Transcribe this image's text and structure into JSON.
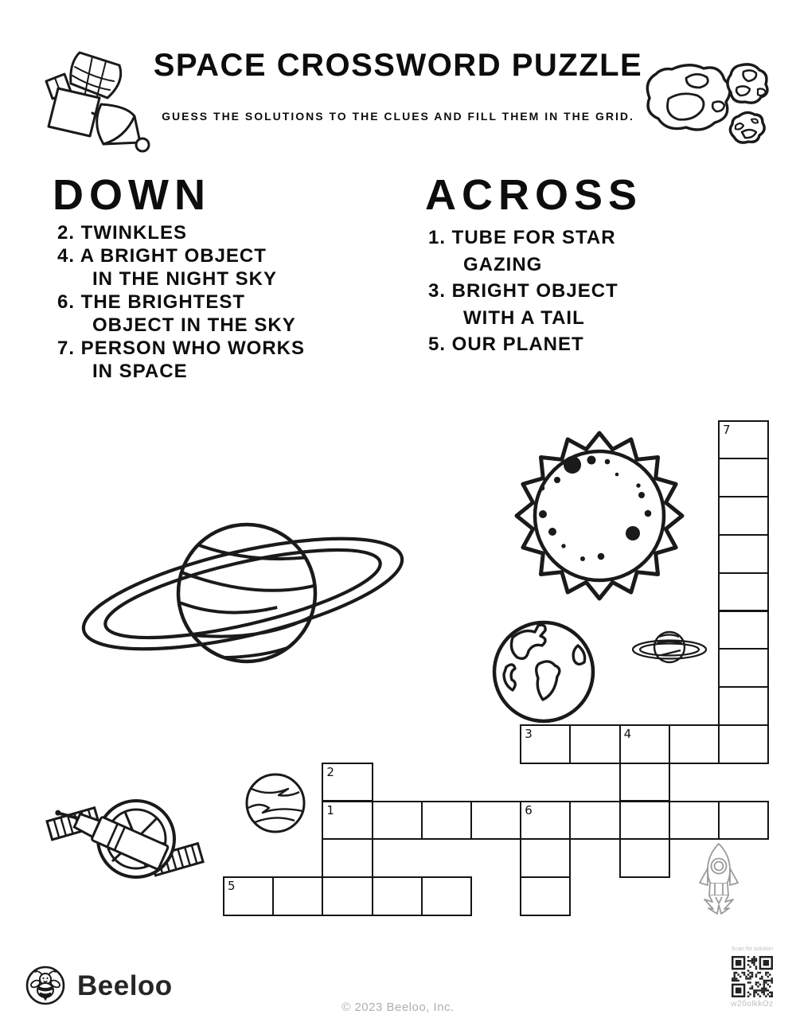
{
  "header": {
    "title": "SPACE CROSSWORD PUZZLE",
    "subtitle": "GUESS THE SOLUTIONS TO THE CLUES AND FILL THEM IN THE GRID."
  },
  "clues": {
    "down": {
      "heading": "DOWN",
      "items": [
        {
          "num": "2.",
          "lines": [
            "TWINKLES"
          ]
        },
        {
          "num": "4.",
          "lines": [
            "A BRIGHT OBJECT",
            "IN THE NIGHT SKY"
          ]
        },
        {
          "num": "6.",
          "lines": [
            "THE BRIGHTEST",
            "OBJECT IN THE SKY"
          ]
        },
        {
          "num": "7.",
          "lines": [
            "PERSON WHO WORKS",
            "IN SPACE"
          ]
        }
      ]
    },
    "across": {
      "heading": "ACROSS",
      "items": [
        {
          "num": "1.",
          "lines": [
            "TUBE FOR STAR",
            "GAZING"
          ]
        },
        {
          "num": "3.",
          "lines": [
            "BRIGHT OBJECT",
            "WITH A TAIL"
          ]
        },
        {
          "num": "5.",
          "lines": [
            "OUR PLANET"
          ]
        }
      ]
    }
  },
  "grid": {
    "cells": [
      {
        "c": 10,
        "r": 0,
        "n": "7"
      },
      {
        "c": 10,
        "r": 1
      },
      {
        "c": 10,
        "r": 2
      },
      {
        "c": 10,
        "r": 3
      },
      {
        "c": 10,
        "r": 4
      },
      {
        "c": 10,
        "r": 5
      },
      {
        "c": 10,
        "r": 6
      },
      {
        "c": 10,
        "r": 7
      },
      {
        "c": 10,
        "r": 8
      },
      {
        "c": 6,
        "r": 8,
        "n": "3"
      },
      {
        "c": 7,
        "r": 8
      },
      {
        "c": 8,
        "r": 8,
        "n": "4"
      },
      {
        "c": 9,
        "r": 8
      },
      {
        "c": 8,
        "r": 9
      },
      {
        "c": 8,
        "r": 10
      },
      {
        "c": 8,
        "r": 11
      },
      {
        "c": 2,
        "r": 9,
        "n": "2"
      },
      {
        "c": 2,
        "r": 10,
        "n": "1"
      },
      {
        "c": 2,
        "r": 11
      },
      {
        "c": 2,
        "r": 12
      },
      {
        "c": 3,
        "r": 10
      },
      {
        "c": 4,
        "r": 10
      },
      {
        "c": 5,
        "r": 10
      },
      {
        "c": 6,
        "r": 10,
        "n": "6"
      },
      {
        "c": 7,
        "r": 10
      },
      {
        "c": 9,
        "r": 10
      },
      {
        "c": 10,
        "r": 10
      },
      {
        "c": 6,
        "r": 11
      },
      {
        "c": 6,
        "r": 12
      },
      {
        "c": 0,
        "r": 12,
        "n": "5"
      },
      {
        "c": 1,
        "r": 12
      },
      {
        "c": 3,
        "r": 12
      },
      {
        "c": 4,
        "r": 12
      }
    ]
  },
  "illustrations": [
    "satellite",
    "asteroids",
    "sun",
    "saturn",
    "earth",
    "ringed-planet",
    "striped-planet",
    "space-station",
    "rocket",
    "bee-logo",
    "qr-code"
  ],
  "footer": {
    "brand": "Beeloo",
    "copyright": "© 2023 Beeloo, Inc.",
    "qr_label_top": "Scan for solution",
    "qr_code_text": "w20olkkOz"
  }
}
